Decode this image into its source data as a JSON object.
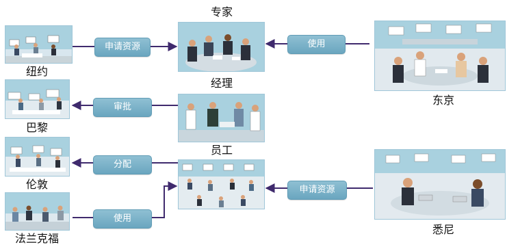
{
  "locations": {
    "newyork": "纽约",
    "paris": "巴黎",
    "london": "伦敦",
    "frankfurt": "法兰克福",
    "tokyo": "东京",
    "sydney": "悉尼"
  },
  "roles": {
    "expert": "专家",
    "manager": "经理",
    "staff": "员工"
  },
  "actions": {
    "request_newyork": "申请资源",
    "use_tokyo": "使用",
    "approve": "审批",
    "assign": "分配",
    "use_frankfurt": "使用",
    "request_sydney": "申请资源"
  },
  "colors": {
    "arrow": "#3f2a6d",
    "pill": "#7fb3c9",
    "photo_bg": "#9dc9d9"
  }
}
